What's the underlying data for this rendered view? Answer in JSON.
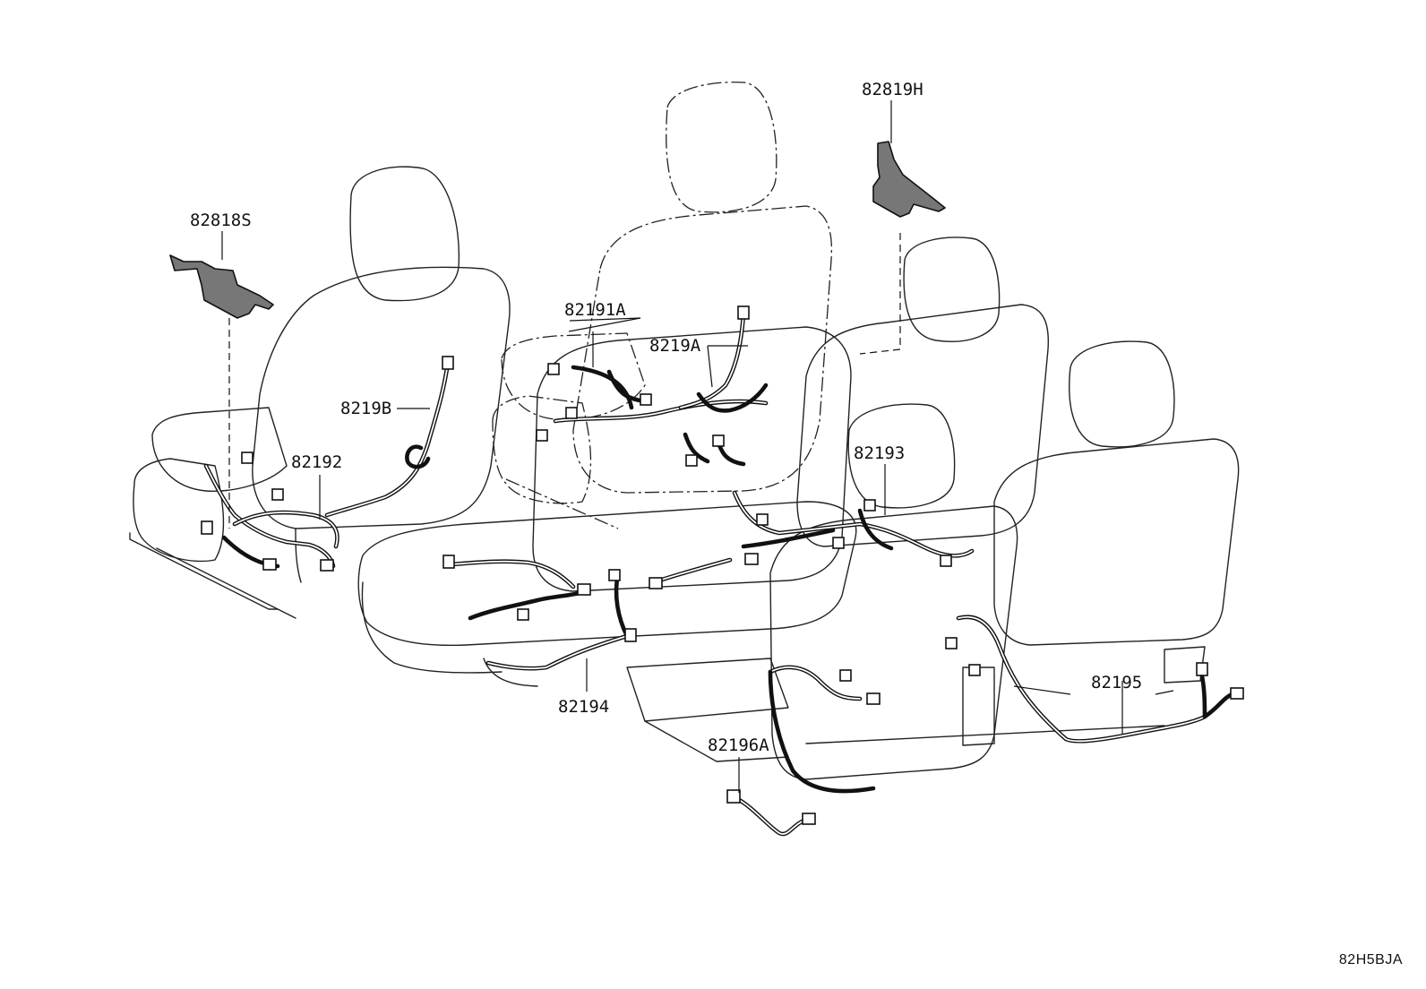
{
  "diagram": {
    "labels": {
      "p82818S": "82818S",
      "p82819H": "82819H",
      "p82191A": "82191A",
      "p8219A": "8219A",
      "p8219B": "8219B",
      "p82192": "82192",
      "p82193": "82193",
      "p82194": "82194",
      "p82195": "82195",
      "p82196A": "82196A"
    },
    "illustration_code": "82H5BJA"
  },
  "colors": {
    "line": "#111111",
    "bracket_fill": "#777777",
    "background": "#ffffff"
  }
}
